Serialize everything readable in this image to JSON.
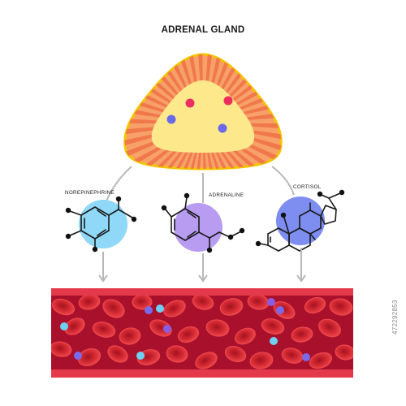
{
  "title": "ADRENAL GLAND",
  "hormones": [
    {
      "label": "NOREPINEPHRINE",
      "color": "#8fd8f7"
    },
    {
      "label": "ADRENALINE",
      "color": "#b89cf2"
    },
    {
      "label": "CORTISOL",
      "color": "#7e8ef0"
    }
  ],
  "stock_id": "472292853",
  "colors": {
    "gland_outline": "#f4c400",
    "gland_rays": "#f28450",
    "gland_medulla": "#fde98c",
    "blood_cell": "#e8383e",
    "vessel": "#a8102c",
    "arrow": "#b8b8b8"
  }
}
